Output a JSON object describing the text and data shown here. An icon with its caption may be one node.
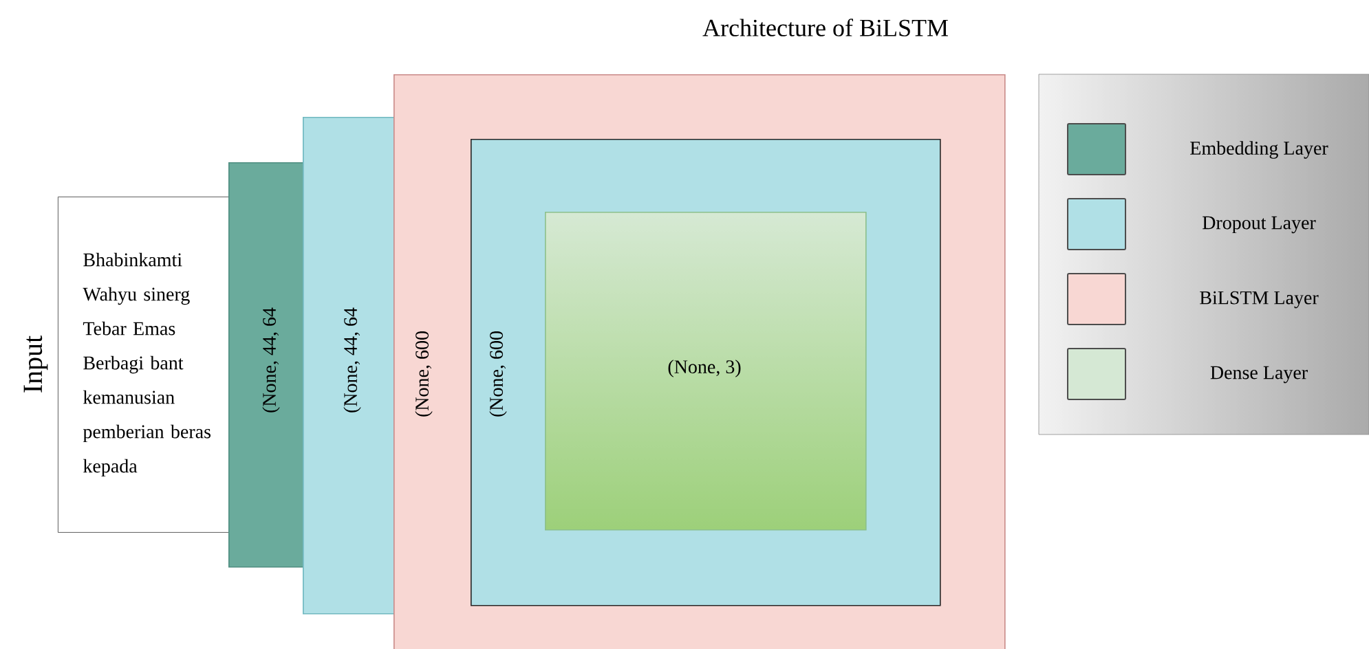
{
  "diagram": {
    "title": "Architecture of BiLSTM",
    "nodes": [
      {
        "text": [
          "Bhabinkamti Wahyu sinerg Tebar Emas Berbagi bant kemanusian pemberian beras kepada"
        ],
        "beside": [
          "Input"
        ]
      },
      {
        "text": [
          "(None, 44, 64"
        ]
      },
      {
        "text": [
          "(None, 44, 64"
        ]
      },
      {
        "text": [
          "(None, 600"
        ]
      },
      {
        "text": [
          "(None, 600"
        ],
        "in": 3
      },
      {
        "text": [
          "(None, 3)"
        ],
        "in": 4
      }
    ],
    "legend": [
      {
        "text": "Embedding Layer",
        "color": "#6aab9c"
      },
      {
        "text": "Dropout Layer",
        "color": "#b0e0e6"
      },
      {
        "text": "BiLSTM Layer",
        "color": "#f8d7d3"
      },
      {
        "text": "Dense Layer",
        "color": "#d5e8d4"
      }
    ]
  }
}
